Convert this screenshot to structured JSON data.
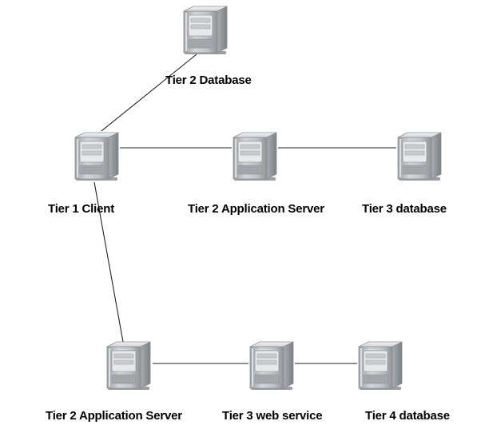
{
  "colors": {
    "edge": "#222222",
    "server_body": "#b9bcbf",
    "server_light": "#e6e8ea",
    "server_dark": "#7f8488",
    "server_outline": "#8a8f93"
  },
  "nodes": {
    "tier2_database_top": {
      "label": "Tier 2 Database",
      "icon": "server-icon"
    },
    "tier1_client": {
      "label": "Tier 1 Client",
      "icon": "server-icon"
    },
    "tier2_app_server_mid": {
      "label": "Tier 2 Application Server",
      "icon": "server-icon"
    },
    "tier3_database": {
      "label": "Tier 3 database",
      "icon": "server-icon"
    },
    "tier2_app_server_bottom": {
      "label": "Tier 2 Application Server",
      "icon": "server-icon"
    },
    "tier3_web_service": {
      "label": "Tier 3 web service",
      "icon": "server-icon"
    },
    "tier4_database": {
      "label": "Tier 4 database",
      "icon": "server-icon"
    }
  },
  "edges": [
    {
      "from": "tier1_client",
      "to": "tier2_database_top"
    },
    {
      "from": "tier1_client",
      "to": "tier2_app_server_mid"
    },
    {
      "from": "tier2_app_server_mid",
      "to": "tier3_database"
    },
    {
      "from": "tier1_client",
      "to": "tier2_app_server_bottom"
    },
    {
      "from": "tier2_app_server_bottom",
      "to": "tier3_web_service"
    },
    {
      "from": "tier3_web_service",
      "to": "tier4_database"
    }
  ]
}
